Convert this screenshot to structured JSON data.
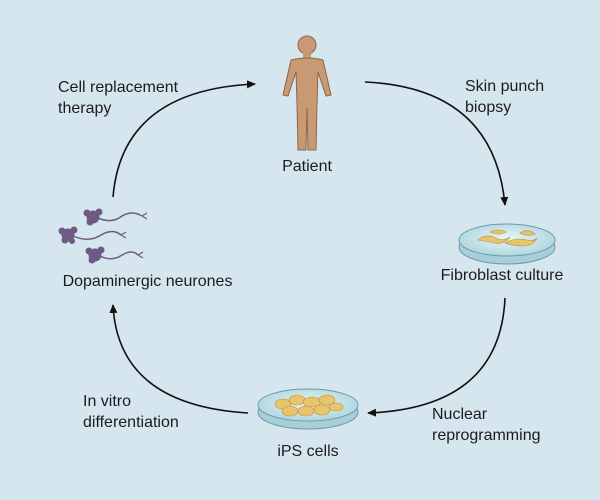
{
  "nodes": {
    "patient": "Patient",
    "fibroblast_culture": "Fibroblast culture",
    "ips_cells": "iPS cells",
    "dopaminergic_neurones": "Dopaminergic neurones"
  },
  "steps": {
    "skin_punch_biopsy": "Skin punch\nbiopsy",
    "nuclear_reprogramming": "Nuclear\nreprogramming",
    "in_vitro_differentiation": "In vitro\ndifferentiation",
    "cell_replacement_therapy": "Cell replacement\ntherapy"
  },
  "colors": {
    "background": "#d6e6ef",
    "arrow": "#111111",
    "skin": "#c89a74",
    "neuron": "#6f5a86",
    "dish": "#cfe7ee",
    "cell": "#e8c56b"
  }
}
